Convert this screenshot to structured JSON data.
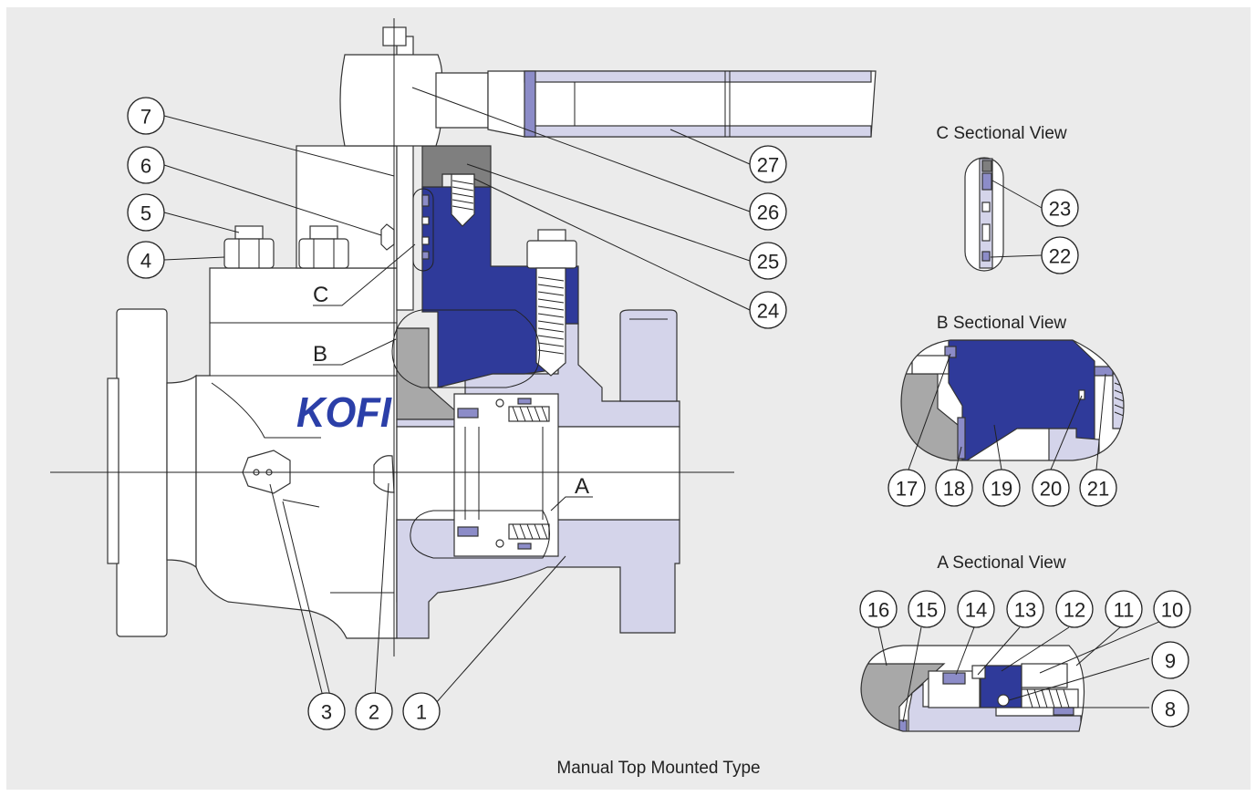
{
  "figure": {
    "caption": "Manual Top Mounted Type",
    "brand": "KOFI",
    "detail_letters": {
      "a": "A",
      "b": "B",
      "c": "C"
    }
  },
  "sectional_views": {
    "c_title": "C Sectional View",
    "b_title": "B Sectional View",
    "a_title": "A Sectional View"
  },
  "callouts": {
    "n1": "1",
    "n2": "2",
    "n3": "3",
    "n4": "4",
    "n5": "5",
    "n6": "6",
    "n7": "7",
    "n8": "8",
    "n9": "9",
    "n10": "10",
    "n11": "11",
    "n12": "12",
    "n13": "13",
    "n14": "14",
    "n15": "15",
    "n16": "16",
    "n17": "17",
    "n18": "18",
    "n19": "19",
    "n20": "20",
    "n21": "21",
    "n22": "22",
    "n23": "23",
    "n24": "24",
    "n25": "25",
    "n26": "26",
    "n27": "27"
  },
  "colors": {
    "panel_bg": "#ebebeb",
    "body_white": "#ffffff",
    "steel_grey": "#a8a8a8",
    "lilac_body": "#d4d4ea",
    "seat_blue": "#2f3a9a",
    "seal_violet": "#8c8cc8",
    "brand_blue": "#2b3fa8"
  }
}
